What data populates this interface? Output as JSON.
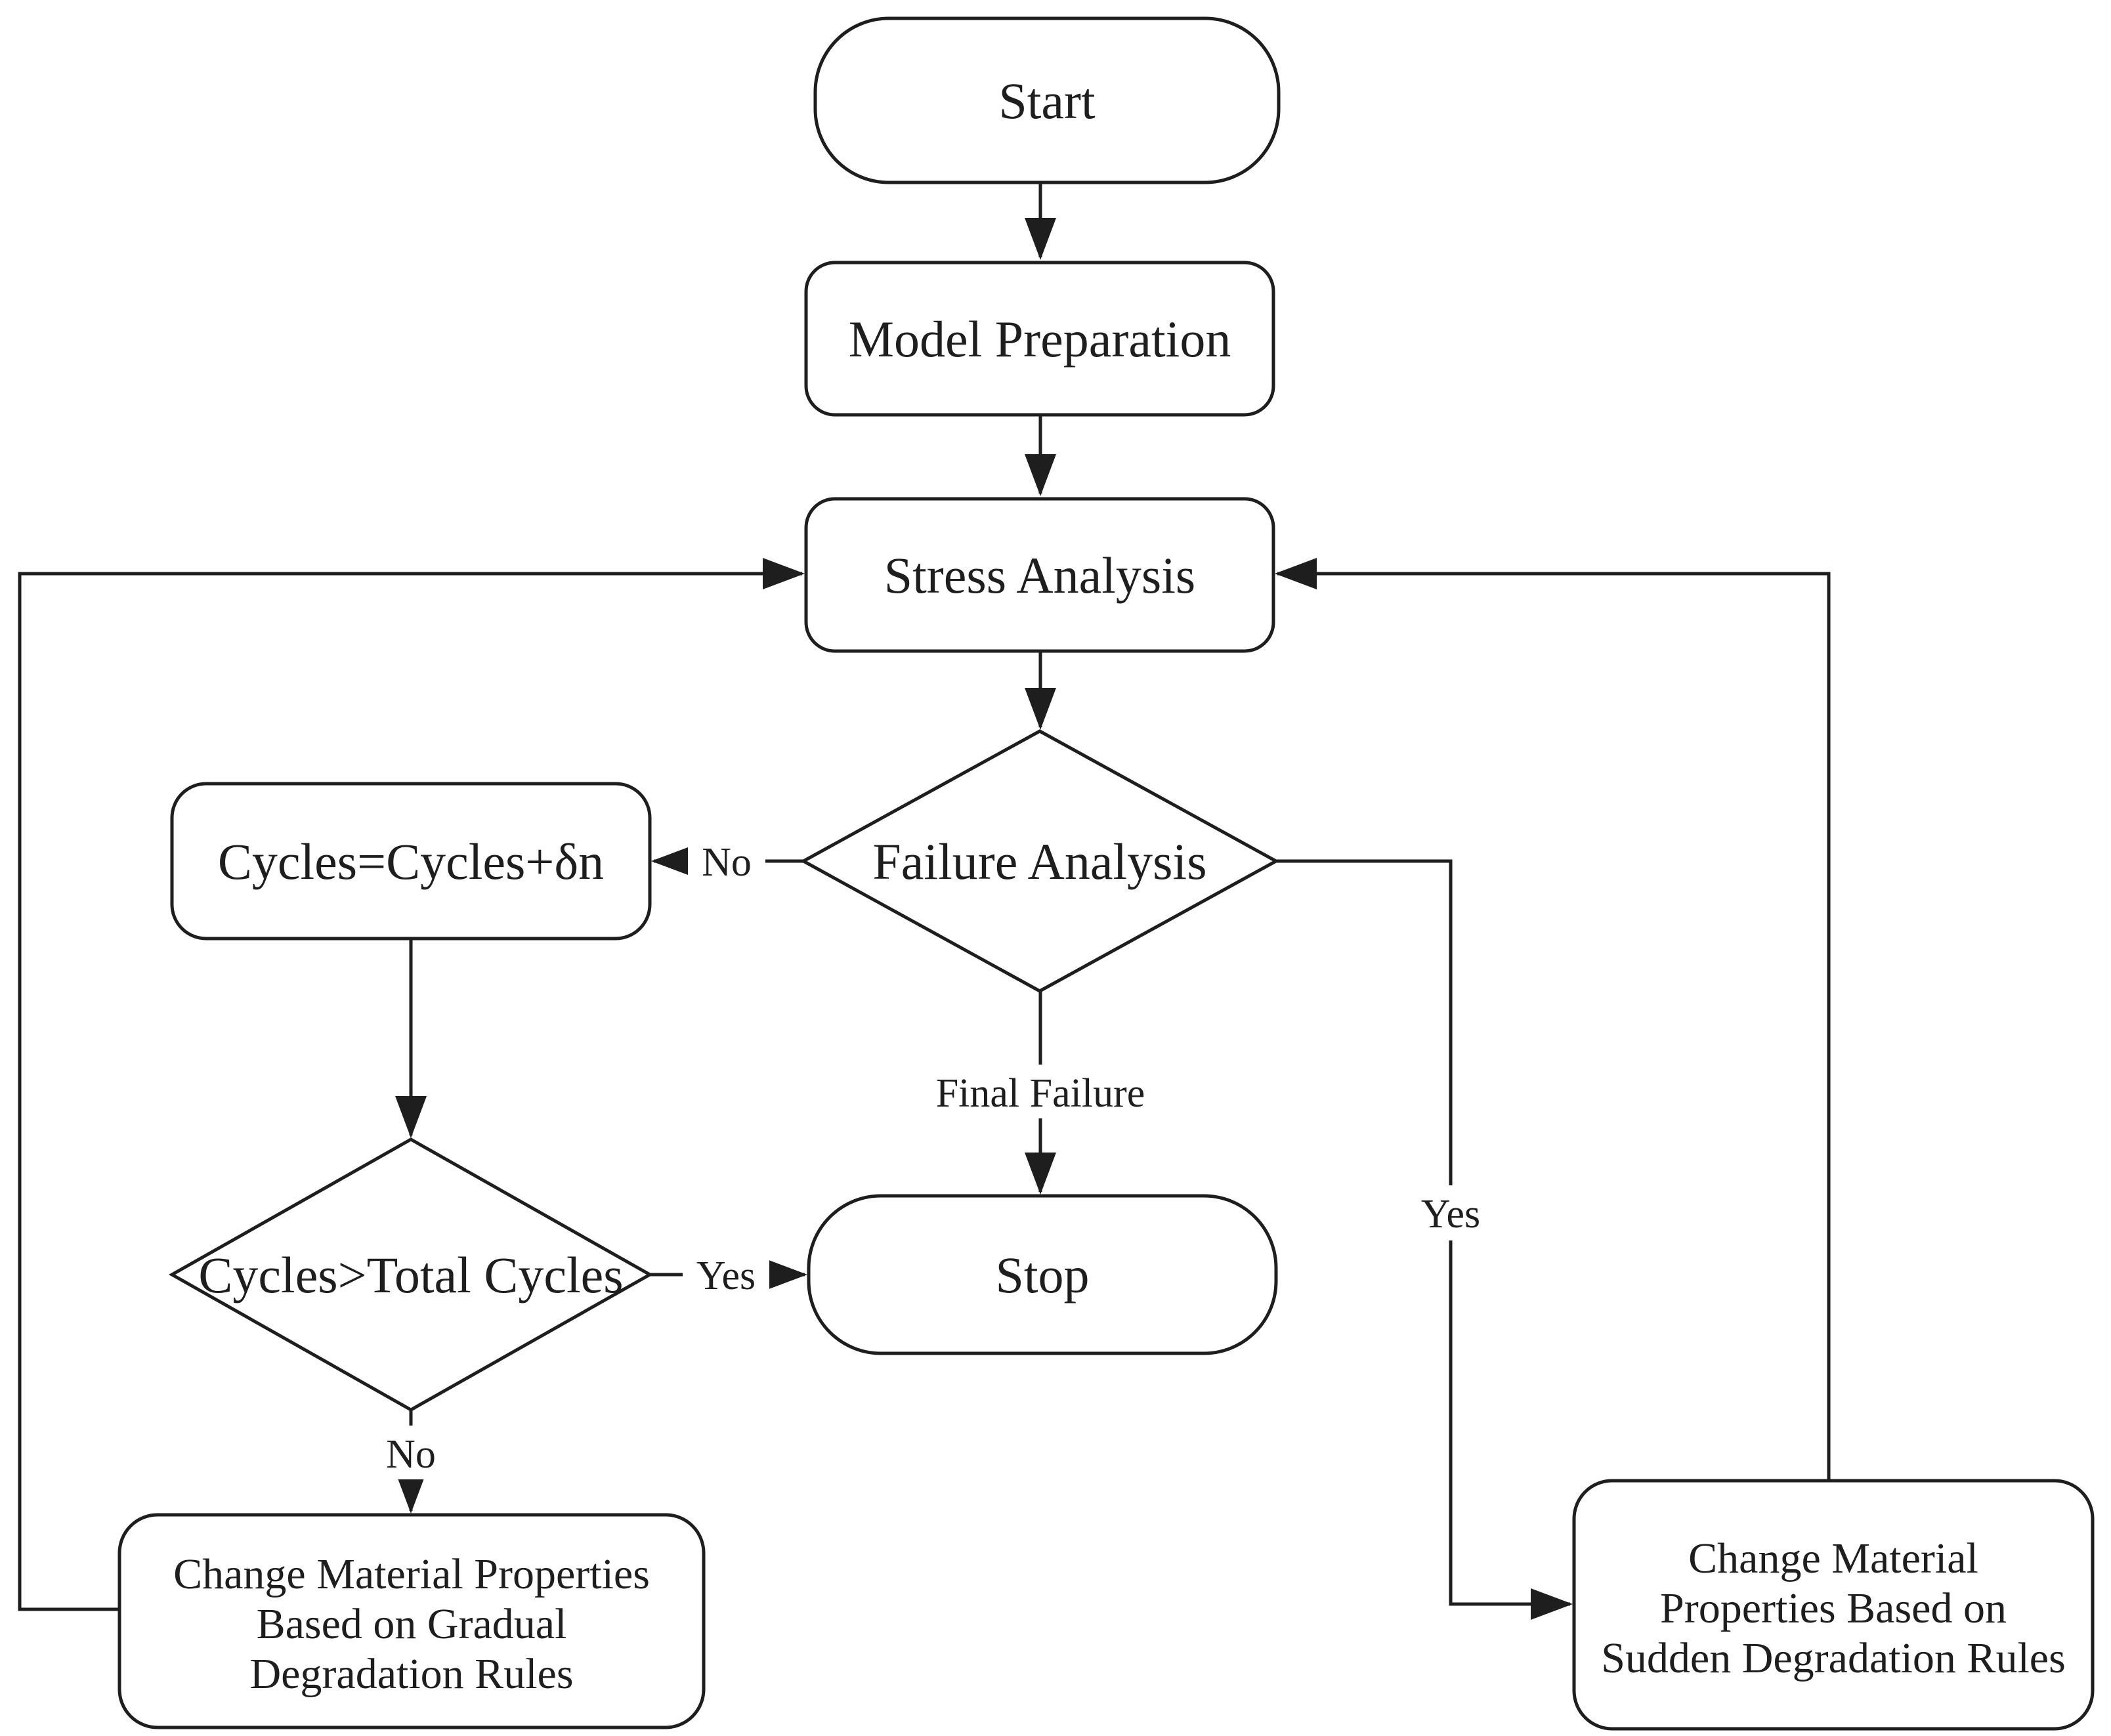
{
  "diagram": {
    "type": "flowchart",
    "nodes": {
      "start": {
        "label": "Start",
        "shape": "terminator"
      },
      "model_preparation": {
        "label": "Model Preparation",
        "shape": "process"
      },
      "stress_analysis": {
        "label": "Stress Analysis",
        "shape": "process"
      },
      "failure_analysis": {
        "label": "Failure Analysis",
        "shape": "decision"
      },
      "cycles_increment": {
        "label": "Cycles=Cycles+δn",
        "shape": "process"
      },
      "cycles_check": {
        "label": "Cycles>Total Cycles",
        "shape": "decision"
      },
      "stop": {
        "label": "Stop",
        "shape": "terminator"
      },
      "gradual_degradation": {
        "label": "Change Material Properties Based on Gradual Degradation Rules",
        "label_lines": [
          "Change Material Properties",
          "Based on Gradual",
          "Degradation Rules"
        ],
        "shape": "process"
      },
      "sudden_degradation": {
        "label": "Change Material Properties Based on Sudden Degradation Rules",
        "label_lines": [
          "Change Material",
          "Properties Based on",
          "Sudden Degradation Rules"
        ],
        "shape": "process"
      }
    },
    "edge_labels": {
      "failure_no": "No",
      "failure_yes": "Yes",
      "final_failure": "Final Failure",
      "cycles_yes": "Yes",
      "cycles_no": "No"
    },
    "edges": [
      {
        "from": "start",
        "to": "model_preparation",
        "label": ""
      },
      {
        "from": "model_preparation",
        "to": "stress_analysis",
        "label": ""
      },
      {
        "from": "stress_analysis",
        "to": "failure_analysis",
        "label": ""
      },
      {
        "from": "failure_analysis",
        "to": "cycles_increment",
        "label": "No"
      },
      {
        "from": "cycles_increment",
        "to": "cycles_check",
        "label": ""
      },
      {
        "from": "cycles_check",
        "to": "stop",
        "label": "Yes"
      },
      {
        "from": "failure_analysis",
        "to": "stop",
        "label": "Final Failure"
      },
      {
        "from": "cycles_check",
        "to": "gradual_degradation",
        "label": "No"
      },
      {
        "from": "gradual_degradation",
        "to": "stress_analysis",
        "label": ""
      },
      {
        "from": "failure_analysis",
        "to": "sudden_degradation",
        "label": "Yes"
      },
      {
        "from": "sudden_degradation",
        "to": "stress_analysis",
        "label": ""
      }
    ],
    "colors": {
      "line": "#1e1e1e",
      "node_fill": "#ffffff",
      "text": "#1e1e1e",
      "background": "#ffffff"
    }
  }
}
